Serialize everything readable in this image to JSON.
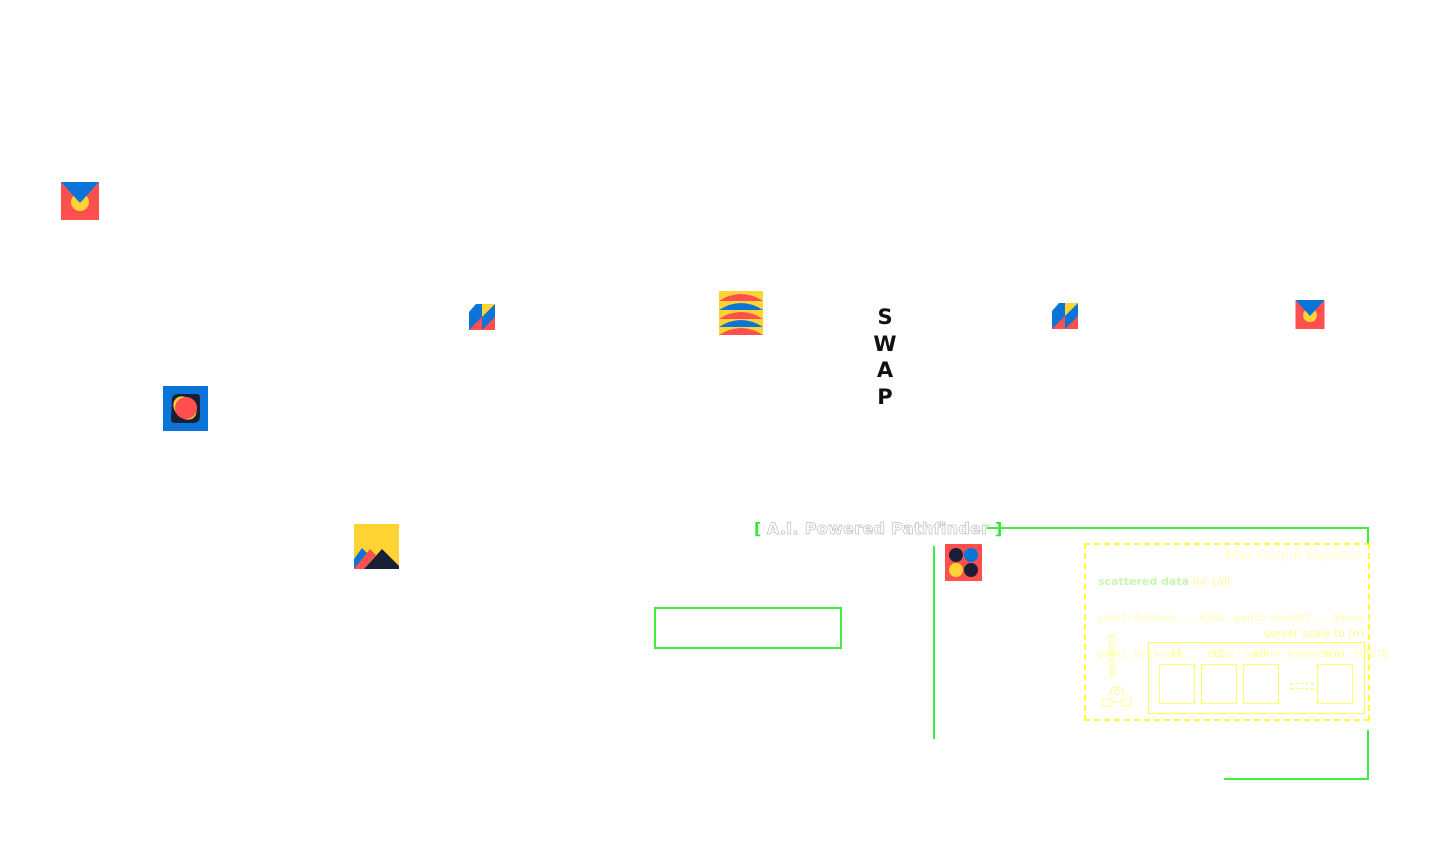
{
  "logos": [
    {
      "name": "envelope-logo-icon",
      "kind": "envelope"
    },
    {
      "name": "tiles-logo-icon",
      "kind": "tiles"
    },
    {
      "name": "stacked-arcs-logo-icon",
      "kind": "arcs"
    },
    {
      "name": "tiles-logo-icon-2",
      "kind": "tiles"
    },
    {
      "name": "envelope-logo-icon-2",
      "kind": "envelope"
    },
    {
      "name": "blob-logo-icon",
      "kind": "blob"
    },
    {
      "name": "mountains-logo-icon",
      "kind": "mountains"
    },
    {
      "name": "four-dots-logo-icon",
      "kind": "dots"
    }
  ],
  "colors": {
    "red": "#ff4f4f",
    "blue": "#0a74d9",
    "yellow": "#ffd332",
    "navy": "#1b1f36",
    "accent_green": "#3ef03e",
    "panel_yellow": "#ffff33"
  },
  "swap": {
    "letters": [
      "S",
      "W",
      "A",
      "P"
    ]
  },
  "section": {
    "bracket_open": "[",
    "title": "A.I. Powered Pathfinder",
    "bracket_close": "]"
  },
  "cta": {
    "label": ""
  },
  "panel": {
    "title": "Max Output Equation",
    "scatter_label": "scattered data",
    "scatter_suffix": " for call",
    "paths": [
      "path1: 0x93dea.......ff3da,  path2: 0xc84f7.......88ae2,",
      "path1: 0x51ca44.......11f2e,  path(n): 0xb665a.......2f2e78"
    ],
    "scale_label": "server scale to (n)",
    "workers_label": "workers",
    "servers": [
      "s1",
      "s2",
      "s3",
      "s(n)"
    ]
  }
}
